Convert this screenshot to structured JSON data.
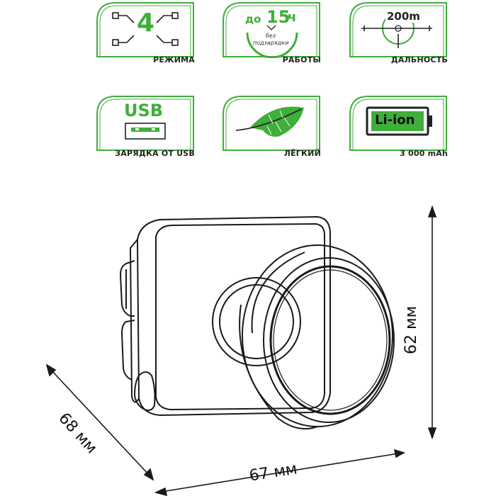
{
  "features": [
    {
      "caption": "РЕЖИМА",
      "value": "4"
    },
    {
      "caption": "РАБОТЫ",
      "prefix": "до",
      "value": "15",
      "unit": "ч",
      "note_line1": "без",
      "note_line2": "подзарядки"
    },
    {
      "caption": "ДАЛЬНОСТЬ",
      "value": "200m"
    },
    {
      "caption": "ЗАРЯДКА ОТ USB",
      "value": "USB"
    },
    {
      "caption": "ЛЁГКИЙ"
    },
    {
      "caption": "3 000 mAh",
      "value": "Li-ion"
    }
  ],
  "dimensions": {
    "height": "62 мм",
    "depth": "68 мм",
    "width": "67 мм"
  },
  "colors": {
    "accent": "#3fae3a",
    "text": "#222222",
    "outline": "#1a1a1a"
  },
  "icons": [
    "mode-arrows-icon",
    "clock-icon",
    "crosshair-icon",
    "usb-port-icon",
    "feather-icon",
    "battery-icon"
  ]
}
